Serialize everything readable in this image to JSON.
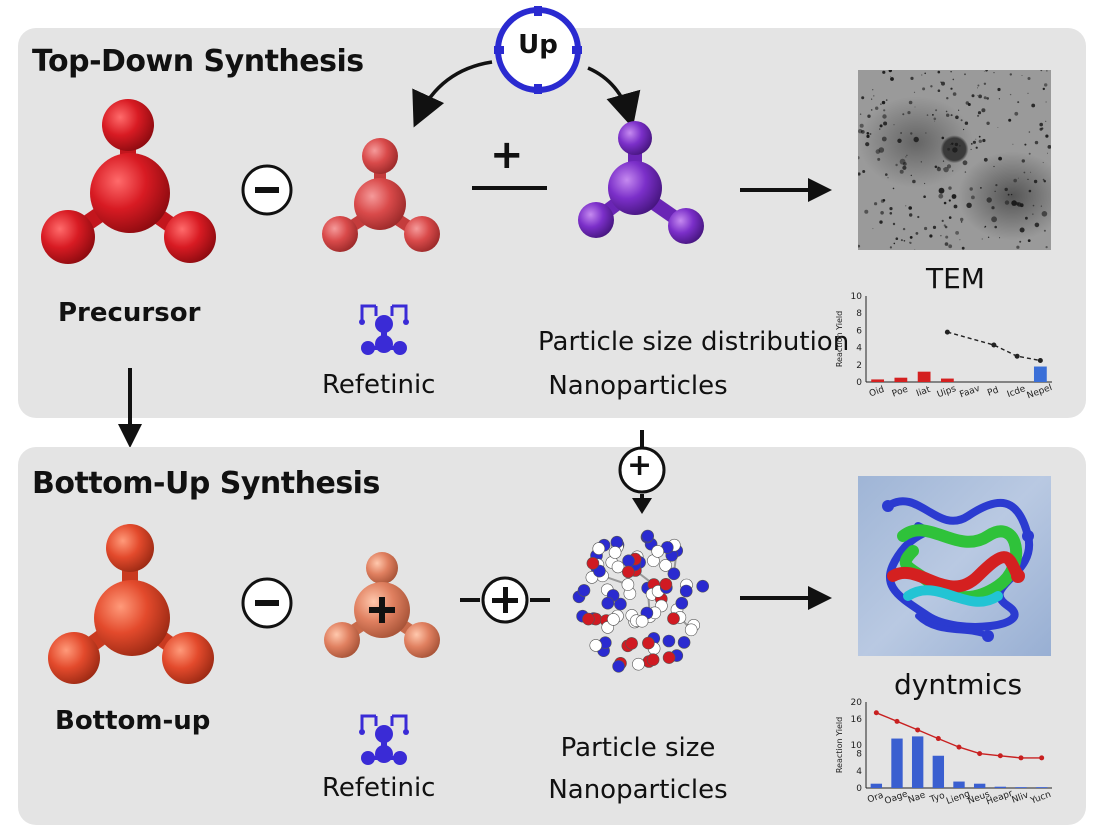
{
  "top_panel": {
    "title": "Top-Down Synthesis",
    "center_badge": "Up",
    "precursor_label": "Precursor",
    "refetinic_label": "Refetinic",
    "particle_line1": "Particle size distribution",
    "particle_line2": "Nanoparticles",
    "tem_label": "TEM",
    "minus_symbol": "−",
    "plus_symbol": "+"
  },
  "bottom_panel": {
    "title": "Bottom-Up Synthesis",
    "bottomup_label": "Bottom-up",
    "refetinic_label": "Refetinic",
    "particle_line1": "Particle size",
    "particle_line2": "Nanoparticles",
    "dynamics_label": "dyntmics",
    "minus_symbol": "−",
    "plus_symbol": "+"
  },
  "colors": {
    "precursor_red": "#d81b23",
    "light_red": "#d94a4a",
    "purple": "#7b2fc9",
    "orange_red": "#e34a2c",
    "salmon": "#e08060",
    "icon_blue": "#3a2bd6",
    "panel_bg": "#e4e4e4"
  },
  "chart_data": [
    {
      "type": "bar",
      "ylabel": "Reaction Yield",
      "ylim": [
        0,
        10
      ],
      "yticks": [
        "0",
        "2",
        "4",
        "6",
        "8",
        "10"
      ],
      "categories": [
        "Oid",
        "Poe",
        "Iiat",
        "Uips",
        "Faav",
        "Pd",
        "Icde",
        "Nepel"
      ],
      "series": [
        {
          "values": [
            0.3,
            0.5,
            1.2,
            0.4,
            0.0,
            0.0,
            0.0,
            1.8
          ]
        },
        {
          "values": [
            null,
            null,
            null,
            5.8,
            null,
            4.3,
            3.0,
            2.5
          ]
        }
      ]
    },
    {
      "type": "bar",
      "ylabel": "Reaction Yield",
      "ylim": [
        0,
        20
      ],
      "yticks": [
        "0",
        "4",
        "8",
        "10",
        "16",
        "20"
      ],
      "categories": [
        "Ora",
        "Oage",
        "Nae",
        "Tyo",
        "Lieng",
        "Neus",
        "Heapr",
        "Nliv",
        "Yucn"
      ],
      "series": [
        {
          "values": [
            1.0,
            11.5,
            12.0,
            7.5,
            1.5,
            1.0,
            0.3,
            0.2,
            0.2
          ]
        },
        {
          "values": [
            17.5,
            15.5,
            13.5,
            11.5,
            9.5,
            8.0,
            7.5,
            7.0,
            7.0
          ]
        }
      ]
    }
  ]
}
